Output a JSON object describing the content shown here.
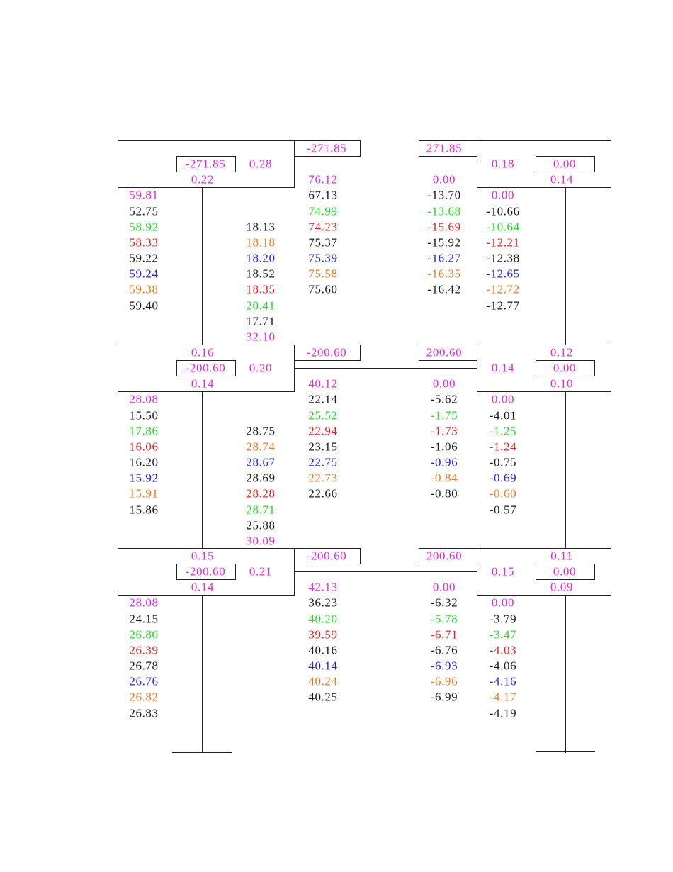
{
  "colors": {
    "m": "#e626e6",
    "k": "#1a1a1a",
    "g": "#22dd22",
    "r": "#ee2020",
    "b": "#2424dd",
    "o": "#ee7a22"
  },
  "floors": [
    {
      "left_joint": {
        "top_df": null,
        "fem": "-271.85",
        "right_df": "0.28",
        "bottom_df": "0.22"
      },
      "beam": {
        "left_end_fem": "-271.85",
        "right_end_fem": "271.85"
      },
      "right_joint": {
        "top_df": null,
        "left_df": "0.18",
        "fem": "0.00",
        "bottom_df": "0.14"
      },
      "left_column_values": [
        {
          "v": "59.81",
          "c": "m"
        },
        {
          "v": "52.75",
          "c": "k"
        },
        {
          "v": "58.92",
          "c": "g"
        },
        {
          "v": "58.33",
          "c": "r"
        },
        {
          "v": "59.22",
          "c": "k"
        },
        {
          "v": "59.24",
          "c": "b"
        },
        {
          "v": "59.38",
          "c": "o"
        },
        {
          "v": "59.40",
          "c": "k"
        }
      ],
      "upper_column_values": [
        {
          "v": "18.13",
          "c": "k"
        },
        {
          "v": "18.18",
          "c": "o"
        },
        {
          "v": "18.20",
          "c": "b"
        },
        {
          "v": "18.52",
          "c": "k"
        },
        {
          "v": "18.35",
          "c": "r"
        },
        {
          "v": "20.41",
          "c": "g"
        },
        {
          "v": "17.71",
          "c": "k"
        },
        {
          "v": "32.10",
          "c": "m"
        }
      ],
      "beam_left_values": [
        {
          "v": "76.12",
          "c": "m"
        },
        {
          "v": "67.13",
          "c": "k"
        },
        {
          "v": "74.99",
          "c": "g"
        },
        {
          "v": "74.23",
          "c": "r"
        },
        {
          "v": "75.37",
          "c": "k"
        },
        {
          "v": "75.39",
          "c": "b"
        },
        {
          "v": "75.58",
          "c": "o"
        },
        {
          "v": "75.60",
          "c": "k"
        }
      ],
      "beam_right_values": [
        {
          "v": "0.00",
          "c": "m"
        },
        {
          "v": "-13.70",
          "c": "k"
        },
        {
          "v": "-13.68",
          "c": "g"
        },
        {
          "v": "-15.69",
          "c": "r"
        },
        {
          "v": "-15.92",
          "c": "k"
        },
        {
          "v": "-16.27",
          "c": "b"
        },
        {
          "v": "-16.35",
          "c": "o"
        },
        {
          "v": "-16.42",
          "c": "k"
        }
      ],
      "right_column_values": [
        {
          "v": "0.00",
          "c": "m"
        },
        {
          "v": "-10.66",
          "c": "k"
        },
        {
          "v": "-10.64",
          "c": "g"
        },
        {
          "v": "-12.21",
          "c": "r"
        },
        {
          "v": "-12.38",
          "c": "k"
        },
        {
          "v": "-12.65",
          "c": "b"
        },
        {
          "v": "-12.72",
          "c": "o"
        },
        {
          "v": "-12.77",
          "c": "k"
        }
      ]
    },
    {
      "left_joint": {
        "top_df": "0.16",
        "fem": "-200.60",
        "right_df": "0.20",
        "bottom_df": "0.14"
      },
      "beam": {
        "left_end_fem": "-200.60",
        "right_end_fem": "200.60"
      },
      "right_joint": {
        "top_df": "0.12",
        "left_df": "0.14",
        "fem": "0.00",
        "bottom_df": "0.10"
      },
      "left_column_values": [
        {
          "v": "28.08",
          "c": "m"
        },
        {
          "v": "15.50",
          "c": "k"
        },
        {
          "v": "17.86",
          "c": "g"
        },
        {
          "v": "16.06",
          "c": "r"
        },
        {
          "v": "16.20",
          "c": "k"
        },
        {
          "v": "15.92",
          "c": "b"
        },
        {
          "v": "15.91",
          "c": "o"
        },
        {
          "v": "15.86",
          "c": "k"
        }
      ],
      "upper_column_values": [
        {
          "v": "28.75",
          "c": "k"
        },
        {
          "v": "28.74",
          "c": "o"
        },
        {
          "v": "28.67",
          "c": "b"
        },
        {
          "v": "28.69",
          "c": "k"
        },
        {
          "v": "28.28",
          "c": "r"
        },
        {
          "v": "28.71",
          "c": "g"
        },
        {
          "v": "25.88",
          "c": "k"
        },
        {
          "v": "30.09",
          "c": "m"
        }
      ],
      "beam_left_values": [
        {
          "v": "40.12",
          "c": "m"
        },
        {
          "v": "22.14",
          "c": "k"
        },
        {
          "v": "25.52",
          "c": "g"
        },
        {
          "v": "22.94",
          "c": "r"
        },
        {
          "v": "23.15",
          "c": "k"
        },
        {
          "v": "22.75",
          "c": "b"
        },
        {
          "v": "22.73",
          "c": "o"
        },
        {
          "v": "22.66",
          "c": "k"
        }
      ],
      "beam_right_values": [
        {
          "v": "0.00",
          "c": "m"
        },
        {
          "v": "-5.62",
          "c": "k"
        },
        {
          "v": "-1.75",
          "c": "g"
        },
        {
          "v": "-1.73",
          "c": "r"
        },
        {
          "v": "-1.06",
          "c": "k"
        },
        {
          "v": "-0.96",
          "c": "b"
        },
        {
          "v": "-0.84",
          "c": "o"
        },
        {
          "v": "-0.80",
          "c": "k"
        }
      ],
      "right_column_values": [
        {
          "v": "0.00",
          "c": "m"
        },
        {
          "v": "-4.01",
          "c": "k"
        },
        {
          "v": "-1.25",
          "c": "g"
        },
        {
          "v": "-1.24",
          "c": "r"
        },
        {
          "v": "-0.75",
          "c": "k"
        },
        {
          "v": "-0.69",
          "c": "b"
        },
        {
          "v": "-0.60",
          "c": "o"
        },
        {
          "v": "-0.57",
          "c": "k"
        }
      ]
    },
    {
      "left_joint": {
        "top_df": "0.15",
        "fem": "-200.60",
        "right_df": "0.21",
        "bottom_df": "0.14"
      },
      "beam": {
        "left_end_fem": "-200.60",
        "right_end_fem": "200.60"
      },
      "right_joint": {
        "top_df": "0.11",
        "left_df": "0.15",
        "fem": "0.00",
        "bottom_df": "0.09"
      },
      "left_column_values": [
        {
          "v": "28.08",
          "c": "m"
        },
        {
          "v": "24.15",
          "c": "k"
        },
        {
          "v": "26.80",
          "c": "g"
        },
        {
          "v": "26.39",
          "c": "r"
        },
        {
          "v": "26.78",
          "c": "k"
        },
        {
          "v": "26.76",
          "c": "b"
        },
        {
          "v": "26.82",
          "c": "o"
        },
        {
          "v": "26.83",
          "c": "k"
        }
      ],
      "upper_column_values": [],
      "beam_left_values": [
        {
          "v": "42.13",
          "c": "m"
        },
        {
          "v": "36.23",
          "c": "k"
        },
        {
          "v": "40.20",
          "c": "g"
        },
        {
          "v": "39.59",
          "c": "r"
        },
        {
          "v": "40.16",
          "c": "k"
        },
        {
          "v": "40.14",
          "c": "b"
        },
        {
          "v": "40.24",
          "c": "o"
        },
        {
          "v": "40.25",
          "c": "k"
        }
      ],
      "beam_right_values": [
        {
          "v": "0.00",
          "c": "m"
        },
        {
          "v": "-6.32",
          "c": "k"
        },
        {
          "v": "-5.78",
          "c": "g"
        },
        {
          "v": "-6.71",
          "c": "r"
        },
        {
          "v": "-6.76",
          "c": "k"
        },
        {
          "v": "-6.93",
          "c": "b"
        },
        {
          "v": "-6.96",
          "c": "o"
        },
        {
          "v": "-6.99",
          "c": "k"
        }
      ],
      "right_column_values": [
        {
          "v": "0.00",
          "c": "m"
        },
        {
          "v": "-3.79",
          "c": "k"
        },
        {
          "v": "-3.47",
          "c": "g"
        },
        {
          "v": "-4.03",
          "c": "r"
        },
        {
          "v": "-4.06",
          "c": "k"
        },
        {
          "v": "-4.16",
          "c": "b"
        },
        {
          "v": "-4.17",
          "c": "o"
        },
        {
          "v": "-4.19",
          "c": "k"
        }
      ]
    }
  ]
}
